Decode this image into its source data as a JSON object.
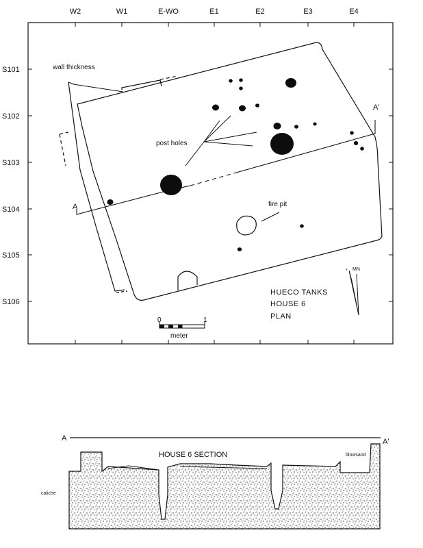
{
  "plan": {
    "grid_columns": [
      "W2",
      "W1",
      "E-WO",
      "E1",
      "E2",
      "E3",
      "E4"
    ],
    "grid_rows": [
      "S101",
      "S102",
      "S103",
      "S104",
      "S105",
      "S106"
    ],
    "labels": {
      "wall_thickness": "wall thickness",
      "post_holes": "post holes",
      "fire_pit": "fire pit",
      "section_start": "A",
      "section_end": "A'"
    },
    "title_lines": [
      "HUECO TANKS",
      "HOUSE 6",
      "PLAN"
    ],
    "scale": {
      "start": "0",
      "end": "1",
      "unit": "meter"
    },
    "north_arrow": {
      "true_north": "*",
      "magnetic_north": "MN"
    }
  },
  "section": {
    "start": "A",
    "end": "A'",
    "title": "HOUSE 6 SECTION",
    "left_label": "caliche",
    "right_label": "blowsand"
  }
}
